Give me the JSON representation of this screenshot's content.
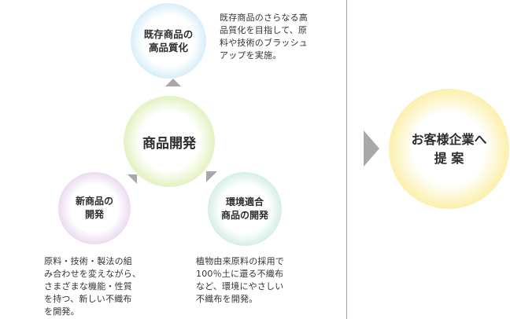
{
  "circles": {
    "top": "既存商品の\n高品質化",
    "center": "商品開発",
    "left": "新商品の\n開発",
    "right": "環境適合\n商品の開発",
    "result": "お客様企業へ\n提 案"
  },
  "descriptions": {
    "top": "既存商品のさらなる高\n品質化を目指して、原\n料や技術のブラッシュ\nアップを実施。",
    "left": "原料・技術・製法の組\nみ合わせを変えながら、\nさまざまな機能・性質\nを持つ、新しい不織布\nを開発。",
    "right": "植物由来原料の採用で\n100％土に還る不織布\nなど、環境にやさしい\n不織布を開発。"
  },
  "colors": {
    "arrow": "#a8a8a8",
    "divider": "#9e9e9e",
    "blue": "#bfe2f6",
    "green": "#cfe79a",
    "purple": "#d6bfe2",
    "teal": "#b9e2d1",
    "yellow": "#f7e47a"
  }
}
